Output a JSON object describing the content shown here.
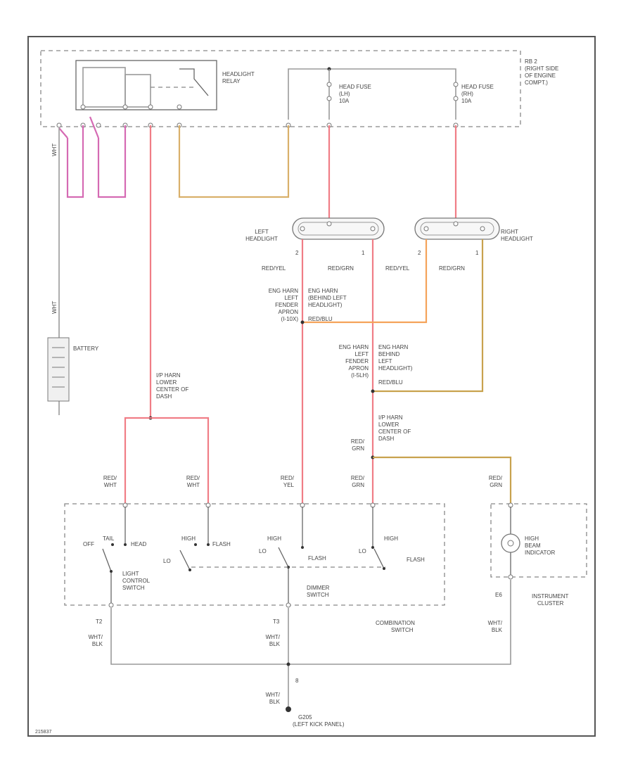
{
  "labels": {
    "headlight_relay": [
      "HEADLIGHT",
      "RELAY"
    ],
    "rb": [
      "RB 2",
      "(RIGHT SIDE",
      "OF ENGINE",
      "COMPT.)"
    ],
    "head_fuse_lh": [
      "HEAD FUSE",
      "(LH)",
      "10A"
    ],
    "head_fuse_rh": [
      "HEAD FUSE",
      "(RH)",
      "10A"
    ],
    "left_headlight": [
      "LEFT",
      "HEADLIGHT"
    ],
    "right_headlight": [
      "RIGHT",
      "HEADLIGHT"
    ],
    "battery": "BATTERY",
    "batt_wire_top": "WHT",
    "batt_wire_bottom": "WHT",
    "lh_pin2": "2",
    "lh_pin1": "1",
    "rh_pin2": "2",
    "rh_pin1": "1",
    "lh_wire_l": "RED/YEL",
    "lh_wire_r": "RED/GRN",
    "rh_wire_l": "RED/YEL",
    "rh_wire_r": "RED/GRN",
    "splice1_left": [
      "ENG HARN",
      "LEFT",
      "FENDER",
      "APRON",
      "(I-10X)"
    ],
    "splice1_right": [
      "ENG HARN",
      "(BEHIND LEFT",
      "HEADLIGHT)",
      "RED/BLU"
    ],
    "splice2_left": [
      "ENG HARN",
      "LEFT",
      "FENDER",
      "APRON",
      "(I-5LH)"
    ],
    "splice2_right": [
      "ENG HARN",
      "BEHIND",
      "LEFT",
      "HEADLIGHT)",
      "RED/BLU"
    ],
    "ip_harn_1": [
      "I/P HARN",
      "LOWER",
      "CENTER OF",
      "DASH"
    ],
    "ip_harn_2": [
      "I/P HARN",
      "LOWER",
      "CENTER OF",
      "DASH"
    ],
    "redgrn_mid": [
      "RED/",
      "GRN"
    ],
    "w1": [
      "RED/",
      "WHT"
    ],
    "w2": [
      "RED/",
      "WHT"
    ],
    "w3": [
      "RED/",
      "YEL"
    ],
    "w4": [
      "RED/",
      "GRN"
    ],
    "w5": [
      "RED/",
      "GRN"
    ],
    "sw_off": "OFF",
    "sw_tail": "TAIL",
    "sw_head": "HEAD",
    "sw_high": "HIGH",
    "sw_flash": "FLASH",
    "sw_lo": "LO",
    "sw_flash2": "FLASH",
    "light_control_switch": [
      "LIGHT",
      "CONTROL",
      "SWITCH"
    ],
    "dimmer_switch": [
      "DIMMER",
      "SWITCH"
    ],
    "combination_switch": [
      "COMBINATION",
      "SWITCH"
    ],
    "high_beam_indicator": [
      "HIGH",
      "BEAM",
      "INDICATOR"
    ],
    "instrument_cluster": [
      "INSTRUMENT",
      "CLUSTER"
    ],
    "pin_t2a": "T2",
    "pin_t2b": "T3",
    "pin_e6": "E6",
    "pin_8": "8",
    "gnd_wire_1": [
      "WHT/",
      "BLK"
    ],
    "gnd_wire_2": [
      "WHT/",
      "BLK"
    ],
    "gnd_wire_3": [
      "WHT/",
      "BLK"
    ],
    "gnd_wire_4": [
      "WHT/",
      "BLK"
    ],
    "ground": [
      "G205",
      "(LEFT KICK PANEL)"
    ],
    "corner": "215837"
  }
}
